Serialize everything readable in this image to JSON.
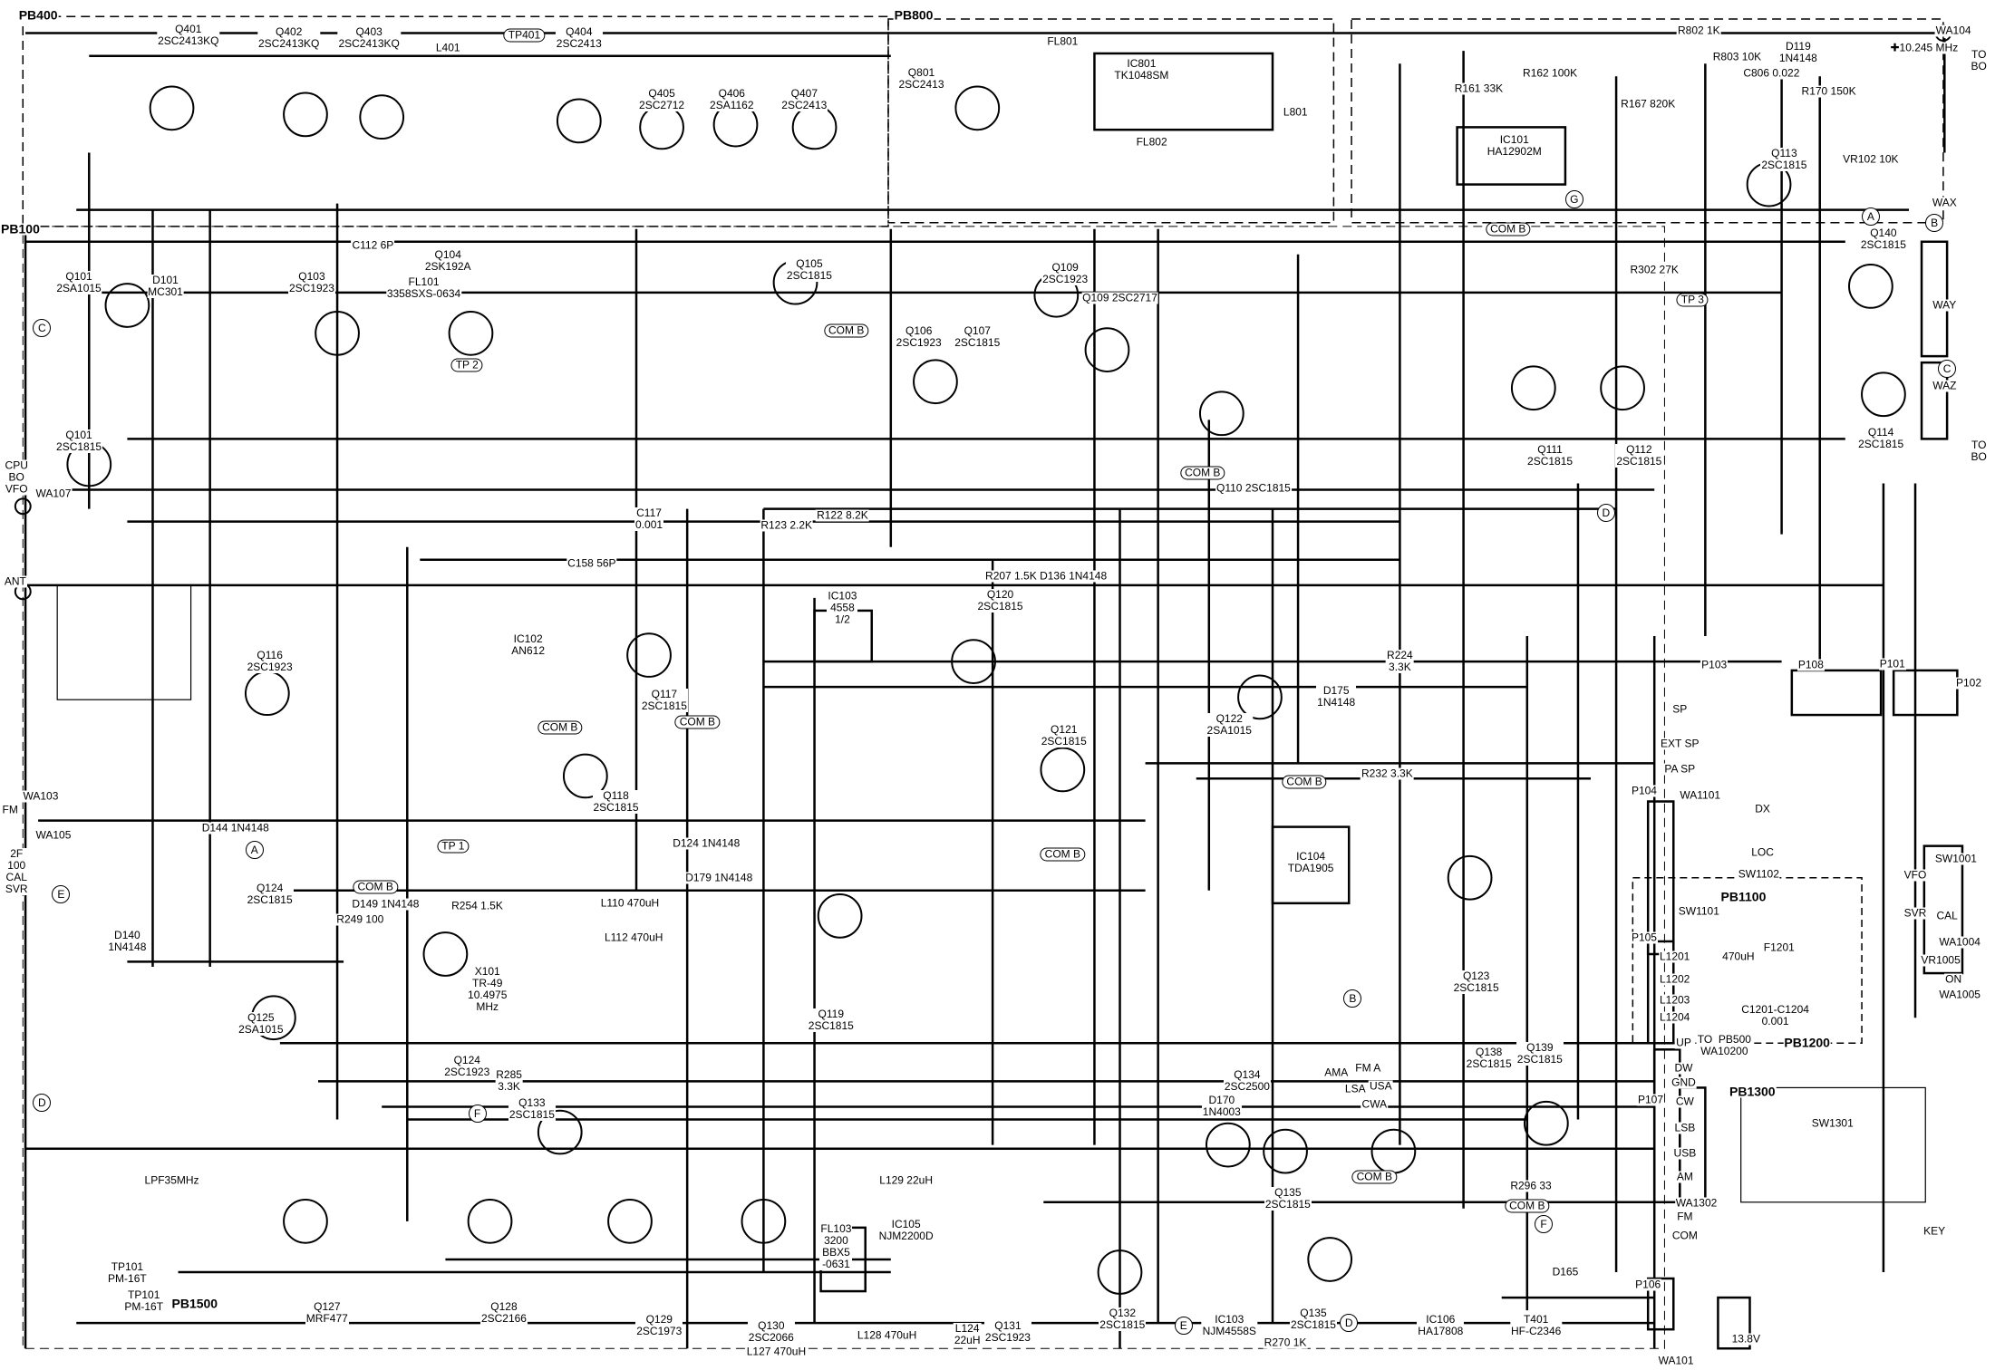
{
  "boards": [
    "PB400",
    "PB800",
    "PB100",
    "PB1100",
    "PB1200",
    "PB1300",
    "PB1500"
  ],
  "labels": [
    "PB400",
    "PB800",
    "PB100",
    "WA104",
    "✚10.245 MHz",
    "TO\nBO",
    "Q401\n2SC2413KQ",
    "Q402\n2SC2413KQ",
    "Q403\n2SC2413KQ",
    "TP401",
    "Q404\n2SC2413",
    "L401",
    "Q405\n2SC2712",
    "Q406\n2SA1162",
    "Q407\n2SC2413",
    "Q801\n2SC2413",
    "FL801",
    "IC801\nTK1048SM",
    "FL802",
    "L801",
    "R802 1K",
    "R803 10K",
    "C806 0.022",
    "R162 100K",
    "R161 33K",
    "IC101\nHA12902M",
    "R167 820K",
    "D119\n1N4148",
    "R170 150K",
    "Q113\n2SC1815",
    "VR102 10K",
    "WAX",
    "Q140\n2SC1815",
    "WAY",
    "WAZ",
    "TO\nBO",
    "Q101\n2SA1015",
    "Q101\n2SC1815",
    "CPU\nBO\nVFO",
    "WA107",
    "D101\nMC301",
    "Q103\n2SC1923",
    "Q104\n2SK192A",
    "FL101\n3358SXS-0634",
    "TP 2",
    "Q105\n2SC1815",
    "Q106\n2SC1923",
    "Q107\n2SC1815",
    "Q109\n2SC1923",
    "Q109 2SC2717",
    "TP 3",
    "R302 27K",
    "Q110 2SC1815",
    "Q111\n2SC1815",
    "Q112\n2SC1815",
    "Q114\n2SC1815",
    "ANT",
    "IC102\nAN612",
    "IC103\n4558\n1/2",
    "Q120\n2SC1815",
    "Q116\n2SC1923",
    "Q117\n2SC1815",
    "Q118\n2SC1815",
    "Q121\n2SC1815",
    "Q122\n2SA1015",
    "IC104\nTDA1905",
    "Q123\n2SC1815",
    "TP 1",
    "FM",
    "WA103",
    "2F\n100\nCAL\nSVR",
    "WA105",
    "Q124\n2SC1815",
    "Q125\n2SA1015",
    "X101\nTR-49\n10.4975\nMHz",
    "Q119\n2SC1815",
    "Q124\n2SC1923",
    "Q133\n2SC1815",
    "Q134\n2SC2500",
    "Q135\n2SC1815",
    "Q138\n2SC1815",
    "Q139\n2SC1815",
    "LPF35MHz",
    "Q127\nMRF477",
    "Q128\n2SC2166",
    "Q129\n2SC1973",
    "Q130\n2SC2066",
    "FL103\n3200\nBBX5\n-0631",
    "IC105\nNJM2200D",
    "Q131\n2SC1923",
    "Q132\n2SC1815",
    "IC103\nNJM4558S",
    "IC106\nHA17808",
    "Q135\n2SC1815",
    "T401\nHF-C2346",
    "PB1500",
    "TP101\nPM-16T",
    "TP101\nPM-16T",
    "KEY",
    "13.8V",
    "WA101",
    "PB1300",
    "SW1301",
    "WA1302",
    "P107",
    "CW",
    "LSB",
    "USB",
    "AM",
    "FM",
    "COM",
    "UP",
    "DW",
    "GND",
    "TO  PB500\nWA10200",
    "P106",
    "P103",
    "P104",
    "P105",
    "WA1101",
    "PB1100",
    "SW1101",
    "SW1102",
    "LOC",
    "DX",
    "PB1200",
    "P101",
    "P102",
    "P108",
    "SW1001",
    "VFO",
    "SVR",
    "CAL",
    "VR1005",
    "WA1004",
    "WA1005",
    "SP",
    "EXT SP",
    "PA SP",
    "ON",
    "FM A",
    "USA",
    "LSA",
    "CWA",
    "AMA",
    "L1201",
    "L1202",
    "L1203",
    "L1204",
    "F1201",
    "C1201-C1204\n0.001",
    "470uH",
    "D140\n1N4148",
    "D144 1N4148",
    "D149 1N4148",
    "D124 1N4148",
    "D179 1N4148",
    "D165",
    "D175\n1N4148",
    "D170\n1N4003",
    "C112 6P",
    "C158 56P",
    "C117\n0.001",
    "R122 8.2K",
    "R123 2.2K",
    "R207 1.5K D136 1N4148",
    "R224\n3.3K",
    "R232 3.3K",
    "R270 1K",
    "R285\n3.3K",
    "R296 33",
    "R249 100",
    "R254 1.5K",
    "L110 470uH",
    "L112 470uH",
    "L128 470uH",
    "L129 22uH",
    "L127 470uH",
    "L124\n22uH"
  ],
  "markers": [
    "COM B",
    "COM B",
    "COM B",
    "COM B",
    "COM B",
    "COM B",
    "COM B",
    "COM B",
    "COM B",
    "COM B"
  ],
  "nodes": [
    "A",
    "A",
    "B",
    "B",
    "C",
    "C",
    "D",
    "D",
    "D",
    "E",
    "E",
    "F",
    "F",
    "G"
  ]
}
